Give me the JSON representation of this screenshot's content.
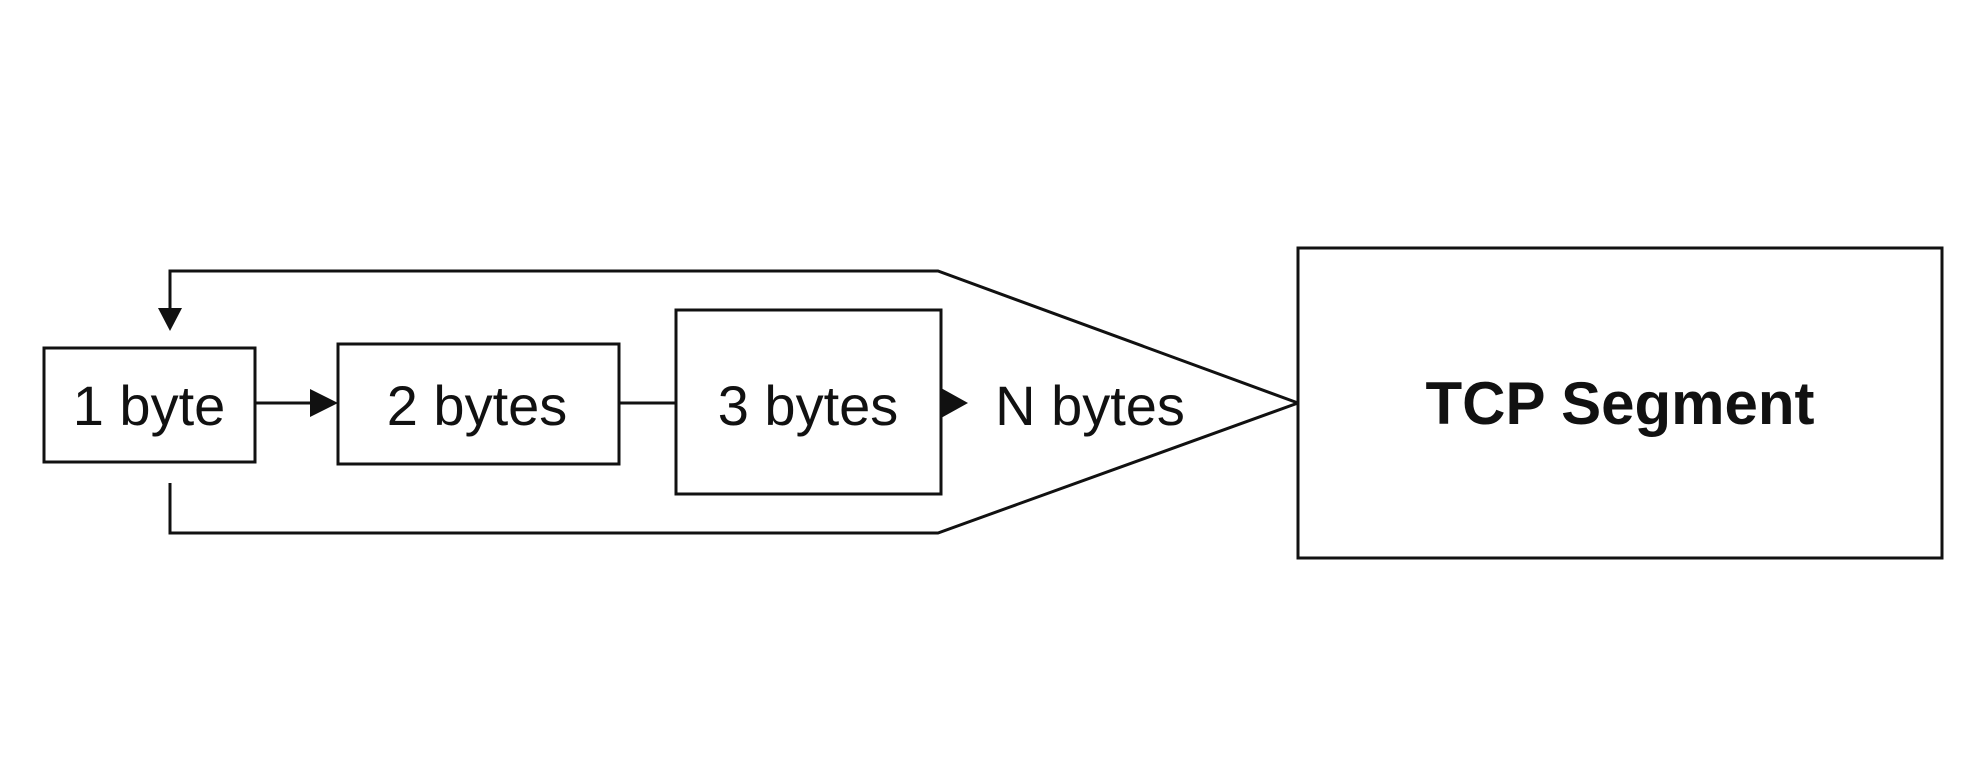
{
  "diagram": {
    "blocks": [
      {
        "id": "block-1",
        "label": "1 byte"
      },
      {
        "id": "block-2",
        "label": "2 bytes"
      },
      {
        "id": "block-3",
        "label": "3 bytes"
      },
      {
        "id": "block-n",
        "label": "N bytes"
      }
    ],
    "segment": {
      "label": "TCP Segment"
    },
    "colors": {
      "stroke": "#111111",
      "background": "#ffffff"
    }
  }
}
